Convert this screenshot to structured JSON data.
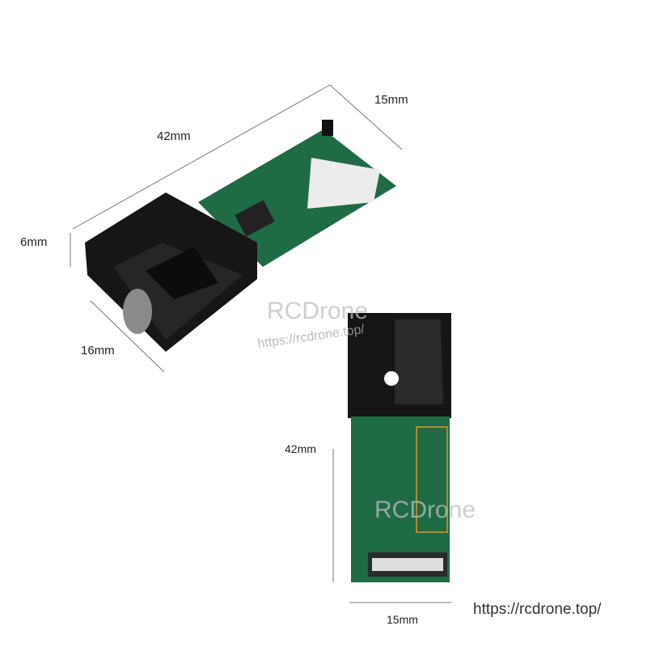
{
  "dimensions": {
    "top_length": "42mm",
    "top_width": "15mm",
    "top_height": "6mm",
    "top_depth": "16mm",
    "bottom_length": "42mm",
    "bottom_width": "15mm"
  },
  "watermark": {
    "brand": "RCDrone",
    "url": "https://rcdrone.top/"
  },
  "footer_url": "https://rcdrone.top/",
  "colors": {
    "pcb": "#1f6b45",
    "housing": "#151515",
    "shield": "#e8e8e4"
  }
}
